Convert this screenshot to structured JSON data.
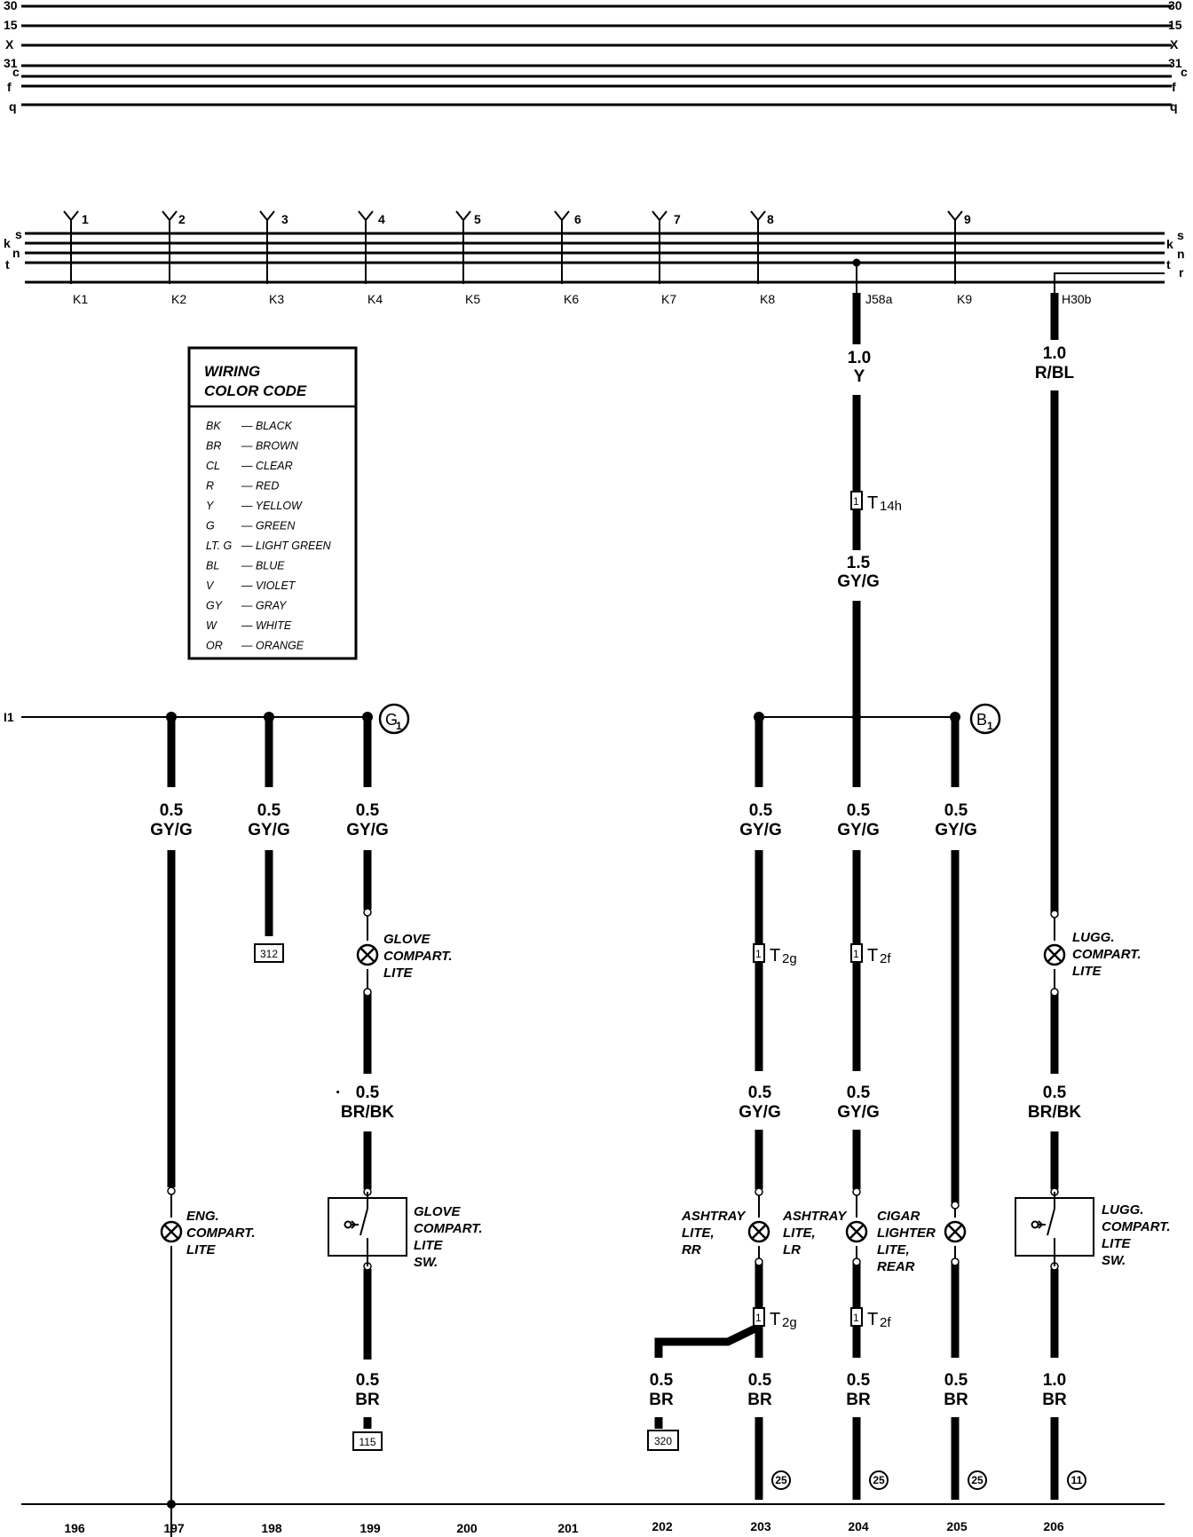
{
  "bus_top": {
    "lines": [
      "30",
      "15",
      "X",
      "31",
      "c",
      "f",
      "q"
    ]
  },
  "bus_mid": {
    "labels": [
      "s",
      "k",
      "n",
      "t"
    ],
    "labels_right": [
      "s",
      "k",
      "n",
      "t",
      "r"
    ],
    "fuse_numbers": [
      "1",
      "2",
      "3",
      "4",
      "5",
      "6",
      "7",
      "8",
      "9"
    ],
    "terminals": [
      "K1",
      "K2",
      "K3",
      "K4",
      "K5",
      "K6",
      "K7",
      "K8",
      "J58a",
      "K9",
      "H30b"
    ]
  },
  "color_code": {
    "title_line1": "WIRING",
    "title_line2": "COLOR CODE",
    "entries": [
      {
        "code": "BK",
        "name": "— BLACK"
      },
      {
        "code": "BR",
        "name": "— BROWN"
      },
      {
        "code": "CL",
        "name": "— CLEAR"
      },
      {
        "code": "R",
        "name": "— RED"
      },
      {
        "code": "Y",
        "name": "— YELLOW"
      },
      {
        "code": "G",
        "name": "— GREEN"
      },
      {
        "code": "LT. G",
        "name": "— LIGHT GREEN"
      },
      {
        "code": "BL",
        "name": "— BLUE"
      },
      {
        "code": "V",
        "name": "— VIOLET"
      },
      {
        "code": "GY",
        "name": "— GRAY"
      },
      {
        "code": "W",
        "name": "— WHITE"
      },
      {
        "code": "OR",
        "name": "— ORANGE"
      }
    ]
  },
  "nodes": {
    "left_feed": "I1",
    "g1": "G",
    "g1_sub": "1",
    "b1": "B",
    "b1_sub": "1"
  },
  "wires": [
    {
      "size": "1.0",
      "color": "Y"
    },
    {
      "size": "1.0",
      "color": "R/BL"
    },
    {
      "size": "1.5",
      "color": "GY/G"
    },
    {
      "size": "0.5",
      "color": "GY/G"
    },
    {
      "size": "0.5",
      "color": "GY/G"
    },
    {
      "size": "0.5",
      "color": "GY/G"
    },
    {
      "size": "0.5",
      "color": "GY/G"
    },
    {
      "size": "0.5",
      "color": "GY/G"
    },
    {
      "size": "0.5",
      "color": "GY/G"
    },
    {
      "size": "0.5",
      "color": "BR/BK"
    },
    {
      "size": "0.5",
      "color": "GY/G"
    },
    {
      "size": "0.5",
      "color": "GY/G"
    },
    {
      "size": "0.5",
      "color": "BR/BK"
    },
    {
      "size": "0.5",
      "color": "BR"
    },
    {
      "size": "0.5",
      "color": "BR"
    },
    {
      "size": "0.5",
      "color": "BR"
    },
    {
      "size": "0.5",
      "color": "BR"
    },
    {
      "size": "0.5",
      "color": "BR"
    },
    {
      "size": "1.0",
      "color": "BR"
    }
  ],
  "connectors": [
    {
      "main": "T",
      "sub": "14h"
    },
    {
      "main": "T",
      "sub": "2g"
    },
    {
      "main": "T",
      "sub": "2f"
    },
    {
      "main": "T",
      "sub": "2g"
    },
    {
      "main": "T",
      "sub": "2f"
    }
  ],
  "components": {
    "glove_lite": [
      "GLOVE",
      "COMPART.",
      "LITE"
    ],
    "lugg_lite": [
      "LUGG.",
      "COMPART.",
      "LITE"
    ],
    "eng_lite": [
      "ENG.",
      "COMPART.",
      "LITE"
    ],
    "glove_sw": [
      "GLOVE",
      "COMPART.",
      "LITE",
      "SW."
    ],
    "lugg_sw": [
      "LUGG.",
      "COMPART.",
      "LITE",
      "SW."
    ],
    "ashtray_rr": [
      "ASHTRAY",
      "LITE,",
      "RR"
    ],
    "ashtray_lr": [
      "ASHTRAY",
      "LITE,",
      "LR"
    ],
    "cigar_lite": [
      "CIGAR",
      "LIGHTER",
      "LITE,",
      "REAR"
    ]
  },
  "refs": [
    "312",
    "115",
    "320"
  ],
  "grounds": [
    "25",
    "25",
    "25",
    "11"
  ],
  "columns": [
    "196",
    "197",
    "198",
    "199",
    "200",
    "201",
    "202",
    "203",
    "204",
    "205",
    "206"
  ]
}
